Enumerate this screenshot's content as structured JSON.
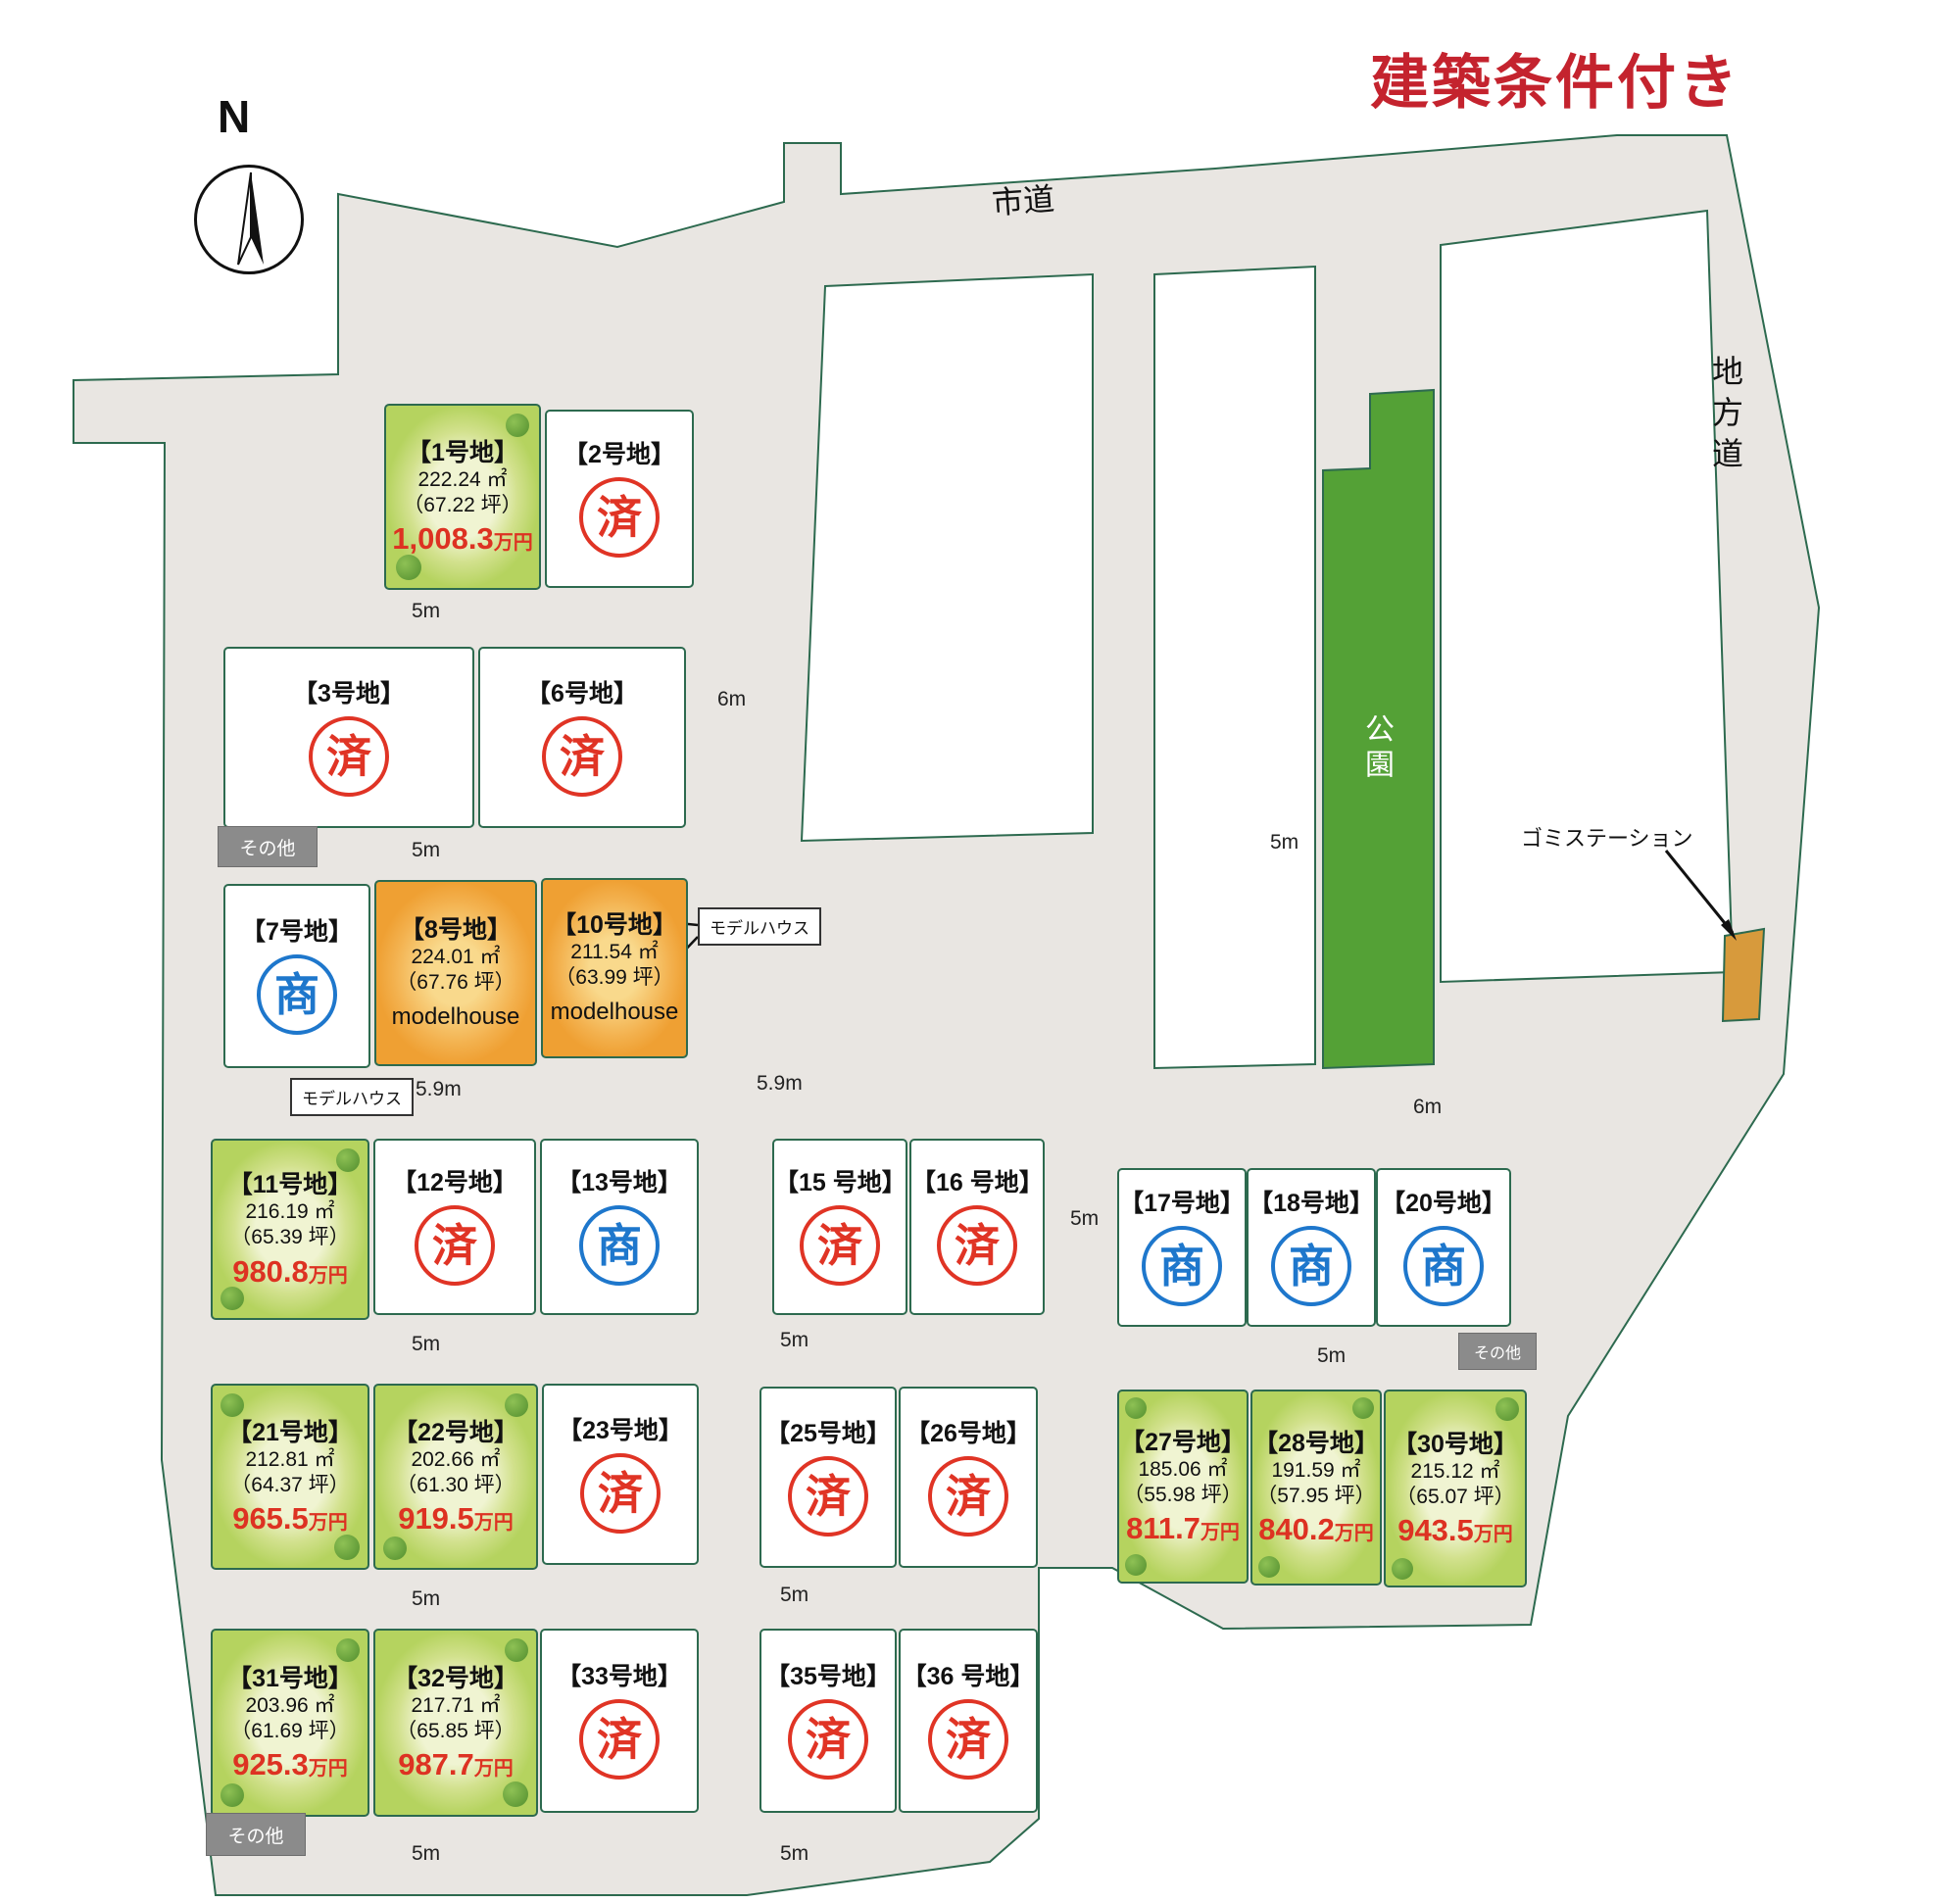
{
  "title": "建築条件付き",
  "compass_label": "N",
  "map_labels": {
    "city_road": "市道",
    "regional_road": "地方道",
    "park": "公園",
    "garbage_station": "ゴミステーション",
    "other": "その他",
    "modelhouse_tag": "モデルハウス"
  },
  "road_widths": [
    "5m",
    "6m",
    "5m",
    "5.9m",
    "5.9m",
    "5m",
    "6m",
    "5m",
    "5m",
    "5m",
    "5m",
    "5m",
    "5m",
    "5m",
    "5m"
  ],
  "plots": [
    {
      "id": "1",
      "label": "【1号地】",
      "area": "222.24 ㎡",
      "tsubo": "（67.22 坪）",
      "price": "1,008.3",
      "unit": "万円",
      "status": "available"
    },
    {
      "id": "2",
      "label": "【2号地】",
      "stamp": "済",
      "status": "sold"
    },
    {
      "id": "3",
      "label": "【3号地】",
      "stamp": "済",
      "status": "sold"
    },
    {
      "id": "6",
      "label": "【6号地】",
      "stamp": "済",
      "status": "sold"
    },
    {
      "id": "7",
      "label": "【7号地】",
      "stamp": "商",
      "status": "negotiating"
    },
    {
      "id": "8",
      "label": "【8号地】",
      "area": "224.01 ㎡",
      "tsubo": "（67.76 坪）",
      "model": "modelhouse",
      "status": "modelhouse"
    },
    {
      "id": "10",
      "label": "【10号地】",
      "area": "211.54 ㎡",
      "tsubo": "（63.99 坪）",
      "model": "modelhouse",
      "status": "modelhouse"
    },
    {
      "id": "11",
      "label": "【11号地】",
      "area": "216.19 ㎡",
      "tsubo": "（65.39 坪）",
      "price": "980.8",
      "unit": "万円",
      "status": "available"
    },
    {
      "id": "12",
      "label": "【12号地】",
      "stamp": "済",
      "status": "sold"
    },
    {
      "id": "13",
      "label": "【13号地】",
      "stamp": "商",
      "status": "negotiating"
    },
    {
      "id": "15",
      "label": "【15 号地】",
      "stamp": "済",
      "status": "sold"
    },
    {
      "id": "16",
      "label": "【16 号地】",
      "stamp": "済",
      "status": "sold"
    },
    {
      "id": "17",
      "label": "【17号地】",
      "stamp": "商",
      "status": "negotiating"
    },
    {
      "id": "18",
      "label": "【18号地】",
      "stamp": "商",
      "status": "negotiating"
    },
    {
      "id": "20",
      "label": "【20号地】",
      "stamp": "商",
      "status": "negotiating"
    },
    {
      "id": "21",
      "label": "【21号地】",
      "area": "212.81 ㎡",
      "tsubo": "（64.37 坪）",
      "price": "965.5",
      "unit": "万円",
      "status": "available"
    },
    {
      "id": "22",
      "label": "【22号地】",
      "area": "202.66 ㎡",
      "tsubo": "（61.30 坪）",
      "price": "919.5",
      "unit": "万円",
      "status": "available"
    },
    {
      "id": "23",
      "label": "【23号地】",
      "stamp": "済",
      "status": "sold"
    },
    {
      "id": "25",
      "label": "【25号地】",
      "stamp": "済",
      "status": "sold"
    },
    {
      "id": "26",
      "label": "【26号地】",
      "stamp": "済",
      "status": "sold"
    },
    {
      "id": "27",
      "label": "【27号地】",
      "area": "185.06 ㎡",
      "tsubo": "（55.98 坪）",
      "price": "811.7",
      "unit": "万円",
      "status": "available"
    },
    {
      "id": "28",
      "label": "【28号地】",
      "area": "191.59 ㎡",
      "tsubo": "（57.95 坪）",
      "price": "840.2",
      "unit": "万円",
      "status": "available"
    },
    {
      "id": "30",
      "label": "【30号地】",
      "area": "215.12 ㎡",
      "tsubo": "（65.07 坪）",
      "price": "943.5",
      "unit": "万円",
      "status": "available"
    },
    {
      "id": "31",
      "label": "【31号地】",
      "area": "203.96 ㎡",
      "tsubo": "（61.69 坪）",
      "price": "925.3",
      "unit": "万円",
      "status": "available"
    },
    {
      "id": "32",
      "label": "【32号地】",
      "area": "217.71 ㎡",
      "tsubo": "（65.85 坪）",
      "price": "987.7",
      "unit": "万円",
      "status": "available"
    },
    {
      "id": "33",
      "label": "【33号地】",
      "stamp": "済",
      "status": "sold"
    },
    {
      "id": "35",
      "label": "【35号地】",
      "stamp": "済",
      "status": "sold"
    },
    {
      "id": "36",
      "label": "【36 号地】",
      "stamp": "済",
      "status": "sold"
    }
  ]
}
